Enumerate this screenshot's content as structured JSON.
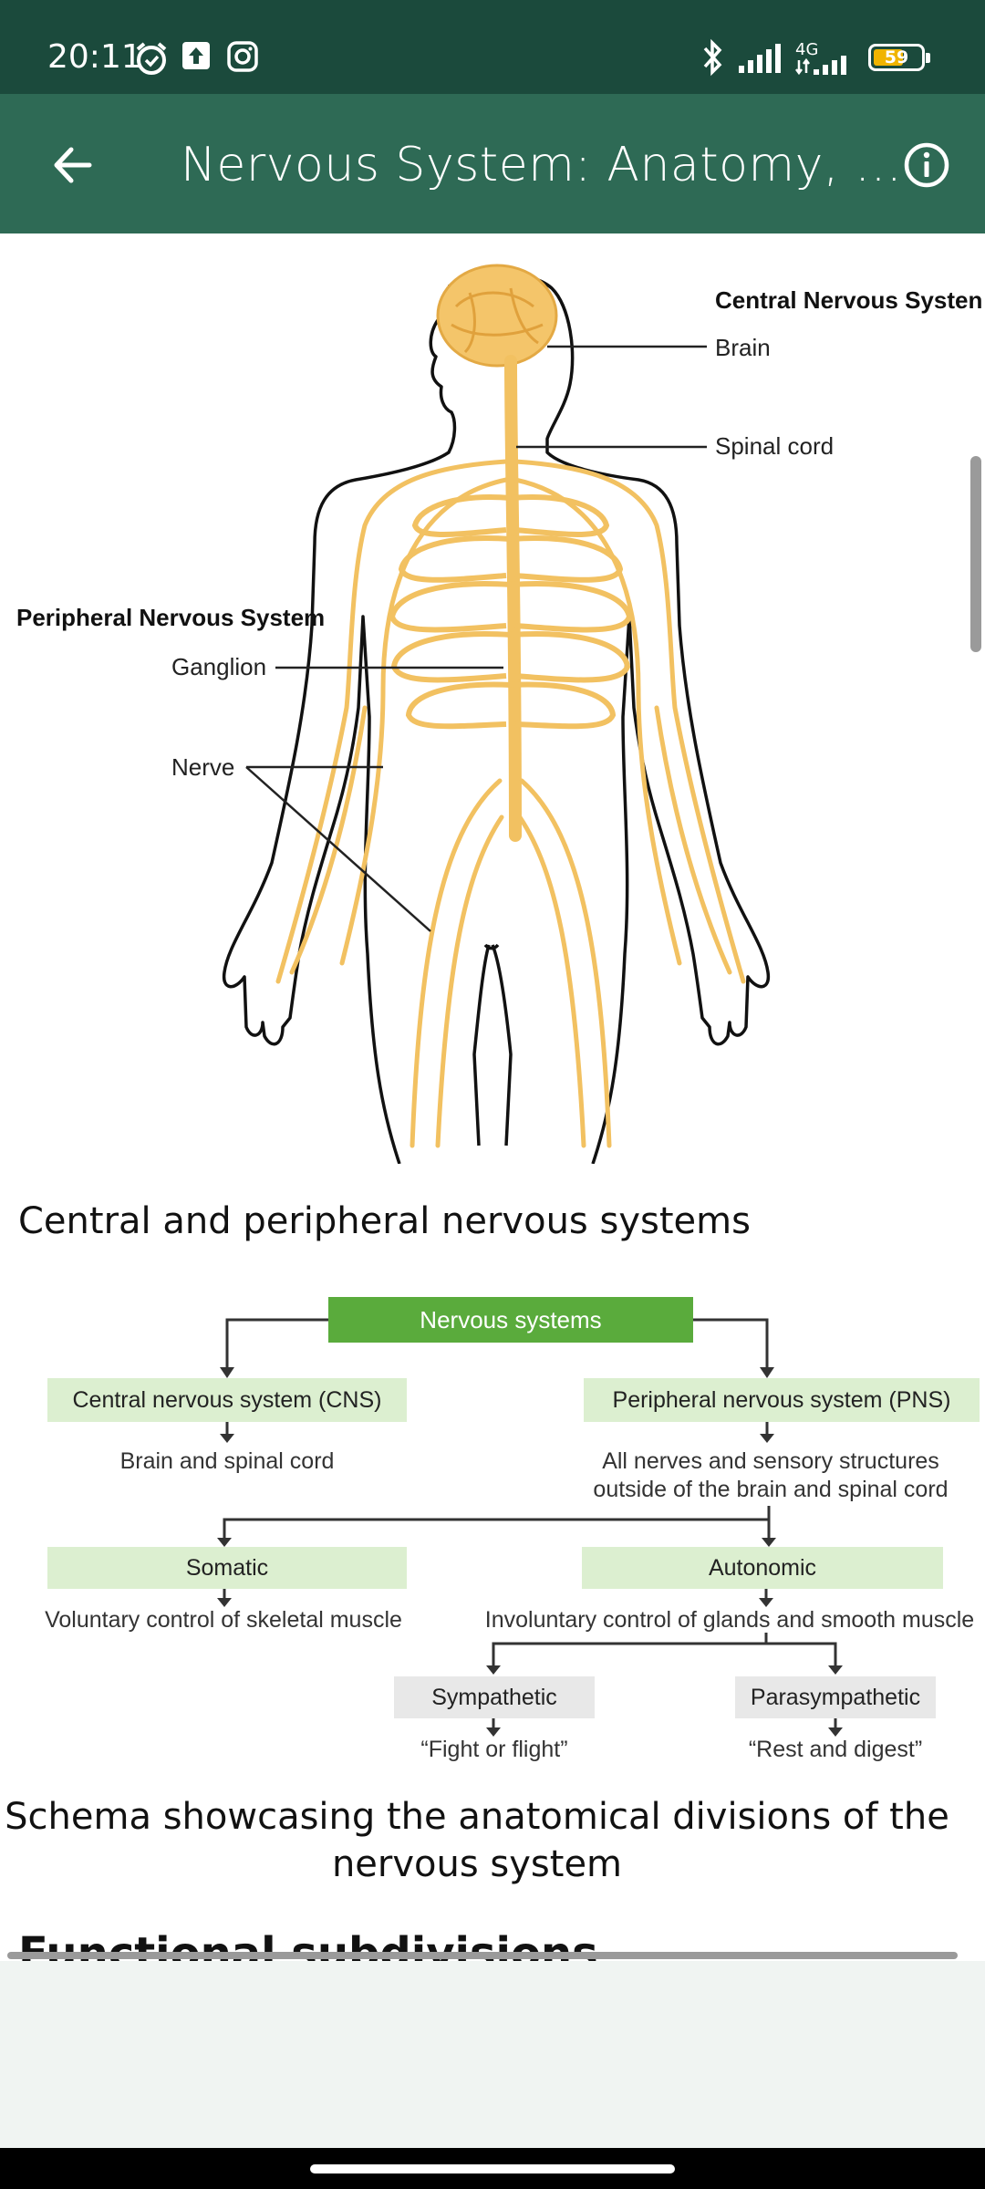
{
  "status_bar": {
    "time": "20:11",
    "network": "4G",
    "battery": "59",
    "icons": [
      "alarm-icon",
      "upload-icon",
      "instagram-icon",
      "bluetooth-icon",
      "signal-icon",
      "battery-icon"
    ]
  },
  "app_bar": {
    "title": "Nervous System: Anatomy, …",
    "back_icon": "arrow-left-icon",
    "info_icon": "info-icon"
  },
  "figure1": {
    "labels": {
      "cns_heading": "Central Nervous Systen",
      "brain": "Brain",
      "spinal_cord": "Spinal cord",
      "pns_heading": "Peripheral Nervous System",
      "ganglion": "Ganglion",
      "nerve": "Nerve"
    },
    "caption": "Central and peripheral nervous systems"
  },
  "figure2": {
    "root": "Nervous systems",
    "cns": "Central nervous system (CNS)",
    "cns_desc": "Brain and spinal cord",
    "pns": "Peripheral nervous system (PNS)",
    "pns_desc_line1": "All nerves and sensory structures",
    "pns_desc_line2": "outside of the brain and spinal cord",
    "somatic": "Somatic",
    "somatic_desc": "Voluntary control of skeletal muscle",
    "autonomic": "Autonomic",
    "autonomic_desc": "Involuntary control of glands and smooth muscle",
    "sympathetic": "Sympathetic",
    "sympathetic_desc": "“Fight or flight”",
    "parasympathetic": "Parasympathetic",
    "parasympathetic_desc": "“Rest and digest”",
    "caption_line1": "Schema showcasing the anatomical divisions of the",
    "caption_line2": "nervous system"
  },
  "next_section_heading": "Functional subdivisions",
  "colors": {
    "status_bar": "#1b4a3c",
    "app_bar": "#2e6a55",
    "nerve_yellow": "#f2c161",
    "root_box": "#5aab3c",
    "light_green_box": "#dcefd0",
    "grey_box": "#e8e8e8"
  }
}
